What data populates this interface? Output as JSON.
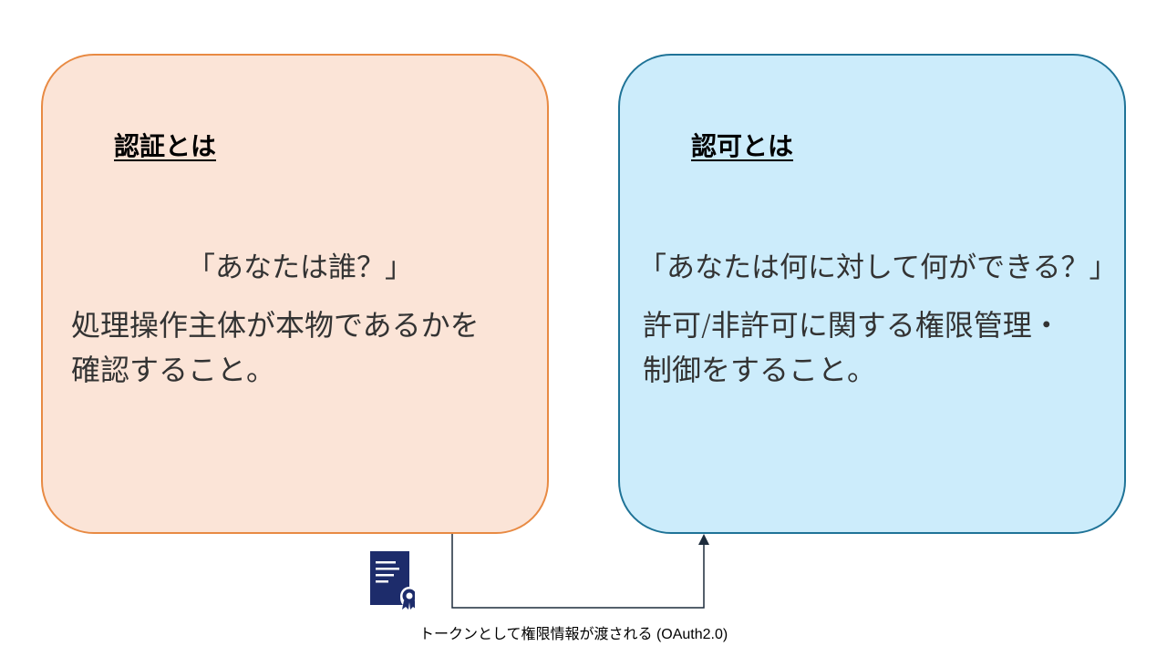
{
  "authentication": {
    "title": "認証とは",
    "question": "「あなたは誰？」",
    "description_lines": [
      "処理操作主体が本物であるかを",
      "確認すること。"
    ],
    "colors": {
      "fill": "#fbe4d7",
      "border": "#e88a43"
    }
  },
  "authorization": {
    "title": "認可とは",
    "question": "「あなたは何に対して何ができる？」",
    "description_lines": [
      "許可/非許可に関する権限管理・",
      "制御をすること。"
    ],
    "colors": {
      "fill": "#ccecfb",
      "border": "#1f7397"
    }
  },
  "flow": {
    "caption": "トークンとして権限情報が渡される (OAuth2.0)",
    "icon": "certificate-token-icon",
    "icon_color": "#1d2c6b",
    "arrow_color": "#1d2c3c"
  }
}
